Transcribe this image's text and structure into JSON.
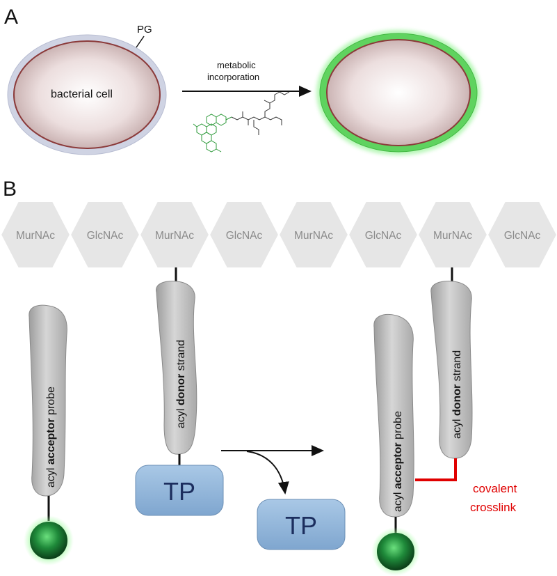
{
  "panel_a": {
    "letter": "A",
    "pg_label": "PG",
    "cell_label": "bacterial cell",
    "arrow_label_line1": "metabolic",
    "arrow_label_line2": "incorporation"
  },
  "panel_b": {
    "letter": "B",
    "sugars": [
      "MurNAc",
      "GlcNAc",
      "MurNAc",
      "GlcNAc",
      "MurNAc",
      "GlcNAc",
      "MurNAc",
      "GlcNAc"
    ],
    "acceptor_probe": {
      "pre": "acyl ",
      "bold": "acceptor",
      "post": " probe"
    },
    "donor_strand": {
      "pre": "acyl ",
      "bold": "donor",
      "post": " strand"
    },
    "tp_label": "TP",
    "crosslink_line1": "covalent",
    "crosslink_line2": "crosslink"
  },
  "colors": {
    "pg_layer": "#c9cdde",
    "cell_interior": "#d6c2c2",
    "cell_membrane": "#8b3a3a",
    "fluorescent_green": "#5fd35f",
    "hexagon": "#e6e6e6",
    "strand": "#c4c4c4",
    "tp_box": "#8fb4d8",
    "crosslink": "#e00000",
    "probe_label": "#1a6b2c"
  }
}
